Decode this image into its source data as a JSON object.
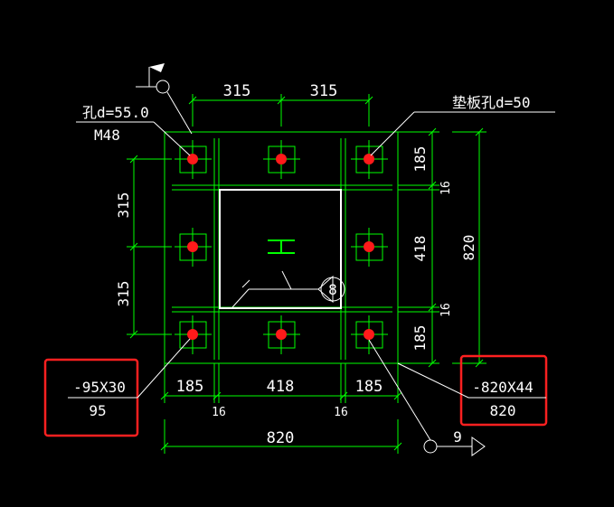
{
  "colors": {
    "background": "#000000",
    "geometry": "#00ff00",
    "text": "#ffffff",
    "bolt_hole": "#ff1a1a",
    "highlight_box": "#ff2020"
  },
  "callouts": {
    "hole_left": {
      "line1": "孔d=55.0",
      "line2": "M48"
    },
    "washer_hole": {
      "line1": "垫板孔d=50"
    },
    "washer_plate": {
      "line1": "-95X30",
      "line2": "95"
    },
    "base_plate": {
      "line1": "-820X44",
      "line2": "820"
    },
    "weld_symbol": "8",
    "section_mark": "9"
  },
  "dimensions": {
    "top": [
      "315",
      "315"
    ],
    "left": [
      "315",
      "315"
    ],
    "right_inner": [
      "185",
      "16",
      "418",
      "16",
      "185"
    ],
    "right_overall": "820",
    "bottom_inner": [
      "185",
      "418",
      "185"
    ],
    "bottom_small": [
      "16",
      "16"
    ],
    "bottom_overall": "820"
  }
}
